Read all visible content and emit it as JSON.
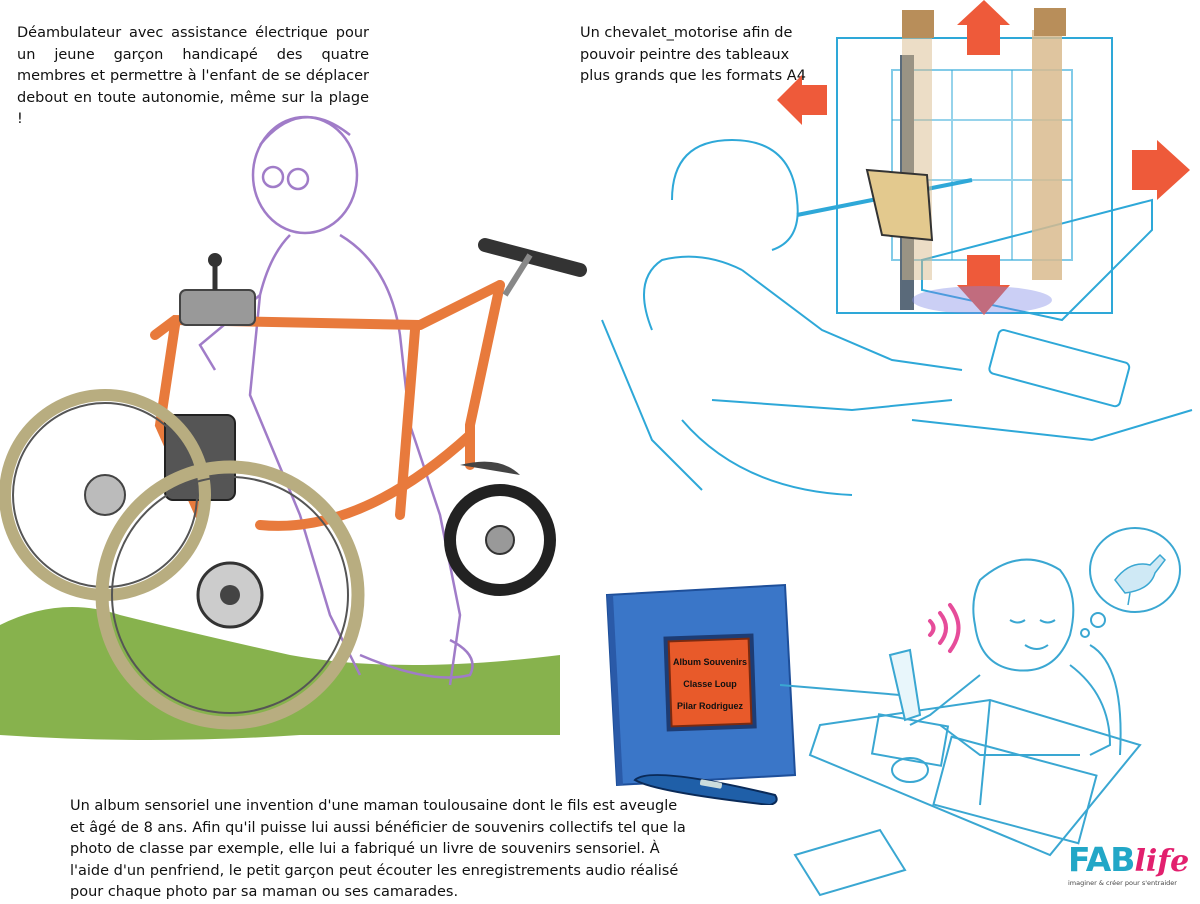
{
  "colors": {
    "page_bg": "#ffffff",
    "easel_line": "#2ea8d8",
    "easel_arrow": "#ee5a3a",
    "walker_frame": "#e87a3c",
    "child_outline": "#a07cc8",
    "book_cover": "#3a76c8",
    "book_label": "#e85a2a",
    "grass": "#7aaa3a",
    "sketch_line": "#3aa7d2",
    "sound_waves": "#e64c9a",
    "logo_pink": "#e2206e"
  },
  "icons": [
    "electric-walker-illustration",
    "motorized-easel-illustration",
    "sensory-album-book-illustration",
    "pen-friend-reader-illustration",
    "child-reading-illustration",
    "thought-bubble-bird-icon",
    "sound-waves-icon",
    "fablife-logo"
  ],
  "captions": {
    "walker": "Déambulateur avec assistance électrique pour un jeune garçon handicapé des quatre membres et permettre à l'enfant de se déplacer debout en toute autonomie, même sur la plage !",
    "easel": "Un chevalet_motorise afin de pouvoir peintre des tableaux plus grands que les formats A4",
    "album": "Un album sensoriel une invention d'une maman toulousaine dont le fils est aveugle et âgé de 8 ans. Afin qu'il puisse lui aussi bénéficier de souvenirs collectifs tel que la photo de classe par exemple, elle lui a fabriqué un livre de souvenirs sensoriel. À l'aide d'un penfriend, le petit garçon peut écouter les enregistrements audio réalisé pour chaque photo par sa maman ou ses camarades."
  },
  "book_label": {
    "line1": "Album Souvenirs",
    "line2": "Classe Loup",
    "line3": "Pilar Rodriguez"
  },
  "logo": {
    "fab": "FAB",
    "life": "life",
    "tagline": "imaginer & créer pour s'entraider"
  }
}
